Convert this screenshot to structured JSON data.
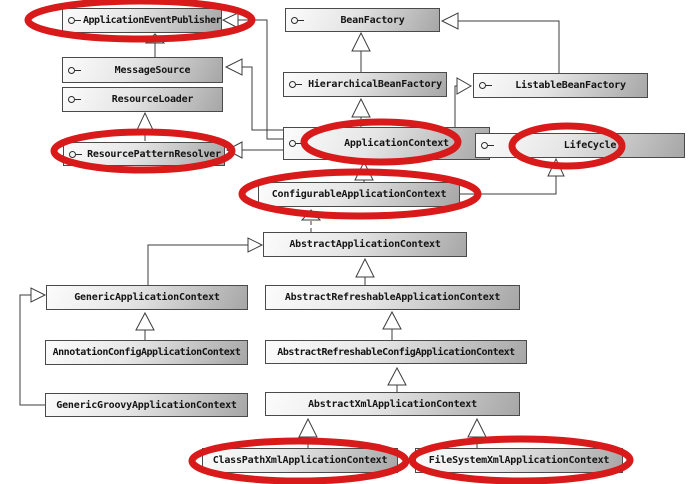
{
  "diagram": {
    "type": "uml-class-diagram",
    "subject": "Spring BeanFactory / ApplicationContext interface and class hierarchy",
    "nodes": [
      {
        "label": "ApplicationEventPublisher",
        "kind": "interface",
        "highlighted": true
      },
      {
        "label": "BeanFactory",
        "kind": "interface",
        "highlighted": false
      },
      {
        "label": "MessageSource",
        "kind": "interface",
        "highlighted": false
      },
      {
        "label": "ResourceLoader",
        "kind": "interface",
        "highlighted": false
      },
      {
        "label": "HierarchicalBeanFactory",
        "kind": "interface",
        "highlighted": false
      },
      {
        "label": "ListableBeanFactory",
        "kind": "interface",
        "highlighted": false
      },
      {
        "label": "ResourcePatternResolver",
        "kind": "interface",
        "highlighted": true
      },
      {
        "label": "ApplicationContext",
        "kind": "interface",
        "highlighted": true
      },
      {
        "label": "LifeCycle",
        "kind": "interface",
        "highlighted": true
      },
      {
        "label": "ConfigurableApplicationContext",
        "kind": "interface",
        "highlighted": true
      },
      {
        "label": "AbstractApplicationContext",
        "kind": "class",
        "highlighted": false
      },
      {
        "label": "GenericApplicationContext",
        "kind": "class",
        "highlighted": false
      },
      {
        "label": "AbstractRefreshableApplicationContext",
        "kind": "class",
        "highlighted": false
      },
      {
        "label": "AnnotationConfigApplicationContext",
        "kind": "class",
        "highlighted": false
      },
      {
        "label": "AbstractRefreshableConfigApplicationContext",
        "kind": "class",
        "highlighted": false
      },
      {
        "label": "GenericGroovyApplicationContext",
        "kind": "class",
        "highlighted": false
      },
      {
        "label": "AbstractXmlApplicationContext",
        "kind": "class",
        "highlighted": false
      },
      {
        "label": "ClassPathXmlApplicationContext",
        "kind": "class",
        "highlighted": true
      },
      {
        "label": "FileSystemXmlApplicationContext",
        "kind": "class",
        "highlighted": true
      }
    ],
    "relations": [
      {
        "from": "MessageSource",
        "to": "ApplicationEventPublisher",
        "type": "generalization"
      },
      {
        "from": "HierarchicalBeanFactory",
        "to": "BeanFactory",
        "type": "generalization"
      },
      {
        "from": "ListableBeanFactory",
        "to": "BeanFactory",
        "type": "generalization"
      },
      {
        "from": "ResourcePatternResolver",
        "to": "ResourceLoader",
        "type": "generalization"
      },
      {
        "from": "ApplicationContext",
        "to": "ApplicationEventPublisher",
        "type": "generalization"
      },
      {
        "from": "ApplicationContext",
        "to": "MessageSource",
        "type": "generalization"
      },
      {
        "from": "ApplicationContext",
        "to": "ResourcePatternResolver",
        "type": "generalization"
      },
      {
        "from": "ApplicationContext",
        "to": "HierarchicalBeanFactory",
        "type": "generalization"
      },
      {
        "from": "ApplicationContext",
        "to": "ListableBeanFactory",
        "type": "generalization"
      },
      {
        "from": "ConfigurableApplicationContext",
        "to": "ApplicationContext",
        "type": "generalization"
      },
      {
        "from": "ConfigurableApplicationContext",
        "to": "LifeCycle",
        "type": "generalization"
      },
      {
        "from": "AbstractApplicationContext",
        "to": "ConfigurableApplicationContext",
        "type": "realization"
      },
      {
        "from": "GenericApplicationContext",
        "to": "AbstractApplicationContext",
        "type": "generalization"
      },
      {
        "from": "AbstractRefreshableApplicationContext",
        "to": "AbstractApplicationContext",
        "type": "generalization"
      },
      {
        "from": "AnnotationConfigApplicationContext",
        "to": "GenericApplicationContext",
        "type": "generalization"
      },
      {
        "from": "GenericGroovyApplicationContext",
        "to": "GenericApplicationContext",
        "type": "generalization"
      },
      {
        "from": "AbstractRefreshableConfigApplicationContext",
        "to": "AbstractRefreshableApplicationContext",
        "type": "generalization"
      },
      {
        "from": "AbstractXmlApplicationContext",
        "to": "AbstractRefreshableConfigApplicationContext",
        "type": "generalization"
      },
      {
        "from": "ClassPathXmlApplicationContext",
        "to": "AbstractXmlApplicationContext",
        "type": "generalization"
      },
      {
        "from": "FileSystemXmlApplicationContext",
        "to": "AbstractXmlApplicationContext",
        "type": "generalization"
      }
    ]
  },
  "colors": {
    "annotation_red": "#d81a1a",
    "edge": "#3c3c3c",
    "box_border": "#4a4a4a",
    "box_fill_top": "#fcfcfc",
    "box_fill_bottom": "#a6a6a6",
    "text": "#141414",
    "background": "#ffffff"
  }
}
